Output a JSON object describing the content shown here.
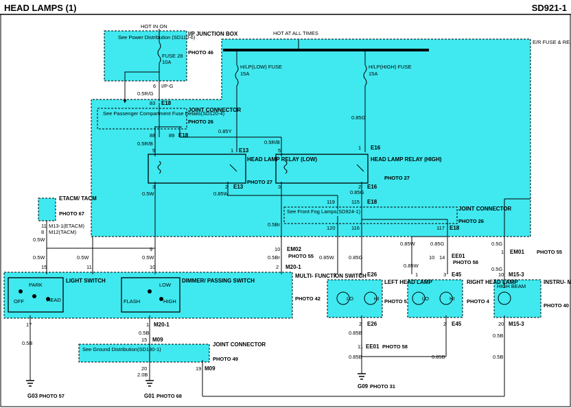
{
  "header": {
    "title": "HEAD LAMPS (1)",
    "code": "SD921-1"
  },
  "colors": {
    "cyan": "#3fe9ef",
    "line": "#000000"
  },
  "labels": {
    "hot_in_on": "HOT IN ON",
    "hot_at_all_times": "HOT AT ALL TIMES",
    "ip_box": "I/P JUNCTION BOX",
    "photo46": "PHOTO 46",
    "er_box": "E/R FUSE & RELAY BOX",
    "see_power": "See Power Distribution (SD110-6)",
    "fuse28": "FUSE 28",
    "fuse28_a": "10A",
    "hlp_low": "H/LP(LOW) FUSE",
    "hlp_low_a": "15A",
    "hlp_high": "H/LP(HIGH) FUSE",
    "hlp_high_a": "15A",
    "w_05rg": "0.5R/G",
    "c_ipg": "I/P-G",
    "pin6": "6",
    "c_e18": "E18",
    "pin83": "83",
    "joint1": "JOINT CONNECTOR",
    "photo26a": "PHOTO 26",
    "see_pass": "See Passenger Compartment Fuse Details(SD120-4)",
    "w_085y": "0.85Y",
    "pin88": "88",
    "pin89": "89",
    "c_e18b": "E18",
    "w_05rb1": "0.5R/B",
    "w_05rb2": "0.5R/B",
    "w_085g": "0.85G",
    "pin5a": "5",
    "pin1a": "1",
    "c_e13": "E13",
    "pin5b": "5",
    "pin1b": "1",
    "c_e16": "E16",
    "relay_low": "HEAD LAMP RELAY (LOW)",
    "relay_high": "HEAD LAMP RELAY (HIGH)",
    "photo27a": "PHOTO 27",
    "photo27b": "PHOTO 27",
    "pin3a": "3",
    "pin2a": "2",
    "c_e13b": "E13",
    "pin3b": "3",
    "pin2b": "2",
    "c_e16b": "E16",
    "w_05w1": "0.5W",
    "w_085w1": "0.85W",
    "w_085g2": "0.85G",
    "pin119": "119",
    "pin115": "115",
    "c_e18c": "E18",
    "joint2": "JOINT CONNECTOR",
    "photo26b": "PHOTO 26",
    "see_fog": "See Front Fog Lamps(SD924-1)",
    "pin120": "120",
    "pin116": "116",
    "pin117": "117",
    "c_e18d": "E18",
    "w_05br1": "0.5Br",
    "etacm": "ETACM/ TACM",
    "photo67": "PHOTO 67",
    "m13": "M13-1(ETACM)",
    "m12": "M12(TACM)",
    "pin11m": "11",
    "pin8m": "8",
    "w_05w2": "0.5W",
    "w_05w3": "0.5W",
    "w_05w4": "0.5W",
    "w_05w5": "0.5W",
    "w_05br2": "0.5Br",
    "w_085w2": "0.85W",
    "w_085g3": "0.85G",
    "w_085w3": "0.85W",
    "w_085g4": "0.85G",
    "w_085w4": "0.85W",
    "w_05g1": "0.5G",
    "w_05g2": "0.5G",
    "pin9": "9",
    "pin10a": "10",
    "c_em02": "EM02",
    "photo55a": "PHOTO 55",
    "pin10ee": "10",
    "pin14ee": "14",
    "c_ee01a": "EE01",
    "photo58a": "PHOTO 58",
    "pin1em": "1",
    "c_em01": "EM01",
    "photo55b": "PHOTO 55",
    "pin15": "15",
    "pin11s": "11",
    "pin10s": "10",
    "pin2s": "2",
    "c_m201": "M20-1",
    "light_sw": "LIGHT SWITCH",
    "park": "PARK",
    "off": "OFF",
    "head": "HEAD",
    "dimmer_sw": "DIMMER/ PASSING SWITCH",
    "low": "LOW",
    "flash": "FLASH",
    "high": "HIGH",
    "multi_sw": "MULTI- FUNCTION SWITCH",
    "photo42": "PHOTO 42",
    "left_lamp": "LEFT HEAD LAMP",
    "photo5": "PHOTO 5",
    "right_lamp": "RIGHT HEAD LAMP",
    "photo4": "PHOTO 4",
    "lo1": "LO",
    "hi1": "HI",
    "lo2": "LO",
    "hi2": "HI",
    "pin1l": "1",
    "pin3l": "3",
    "c_e26": "E26",
    "pin1r": "1",
    "pin3r": "3",
    "c_e45": "E45",
    "pin10c": "10",
    "c_m153": "M15-3",
    "inst": "INSTRU- MENT CLUSTER",
    "photo40": "PHOTO 40",
    "highbeam": "HIGH BEAM",
    "pin2l": "2",
    "c_e26b": "E26",
    "pin2r": "2",
    "c_e45b": "E45",
    "pin20": "20",
    "c_m153b": "M15-3",
    "pin17": "17",
    "pin1m": "1",
    "c_m201b": "M20-1",
    "w_05b1": "0.5B",
    "w_05b2": "0.5B",
    "w_05b3": "0.5B",
    "w_05b4": "0.5B",
    "w_085b1": "0.85B",
    "w_085b2": "0.85B",
    "w_085b3": "0.85B",
    "pin15j": "15",
    "c_m09": "M09",
    "joint3": "JOINT CONNECTOR",
    "photo49": "PHOTO 49",
    "see_ground": "See Ground Distribution(SD130-1)",
    "pin20j": "20",
    "pin19j": "19",
    "c_m09b": "M09",
    "w_20b": "2.0B",
    "pin11ee": "11",
    "c_ee01b": "EE01",
    "photo58b": "PHOTO 58",
    "g03": "G03",
    "photo57": "PHOTO 57",
    "g01": "G01",
    "photo68": "PHOTO 68",
    "g09": "G09",
    "photo31": "PHOTO 31"
  }
}
